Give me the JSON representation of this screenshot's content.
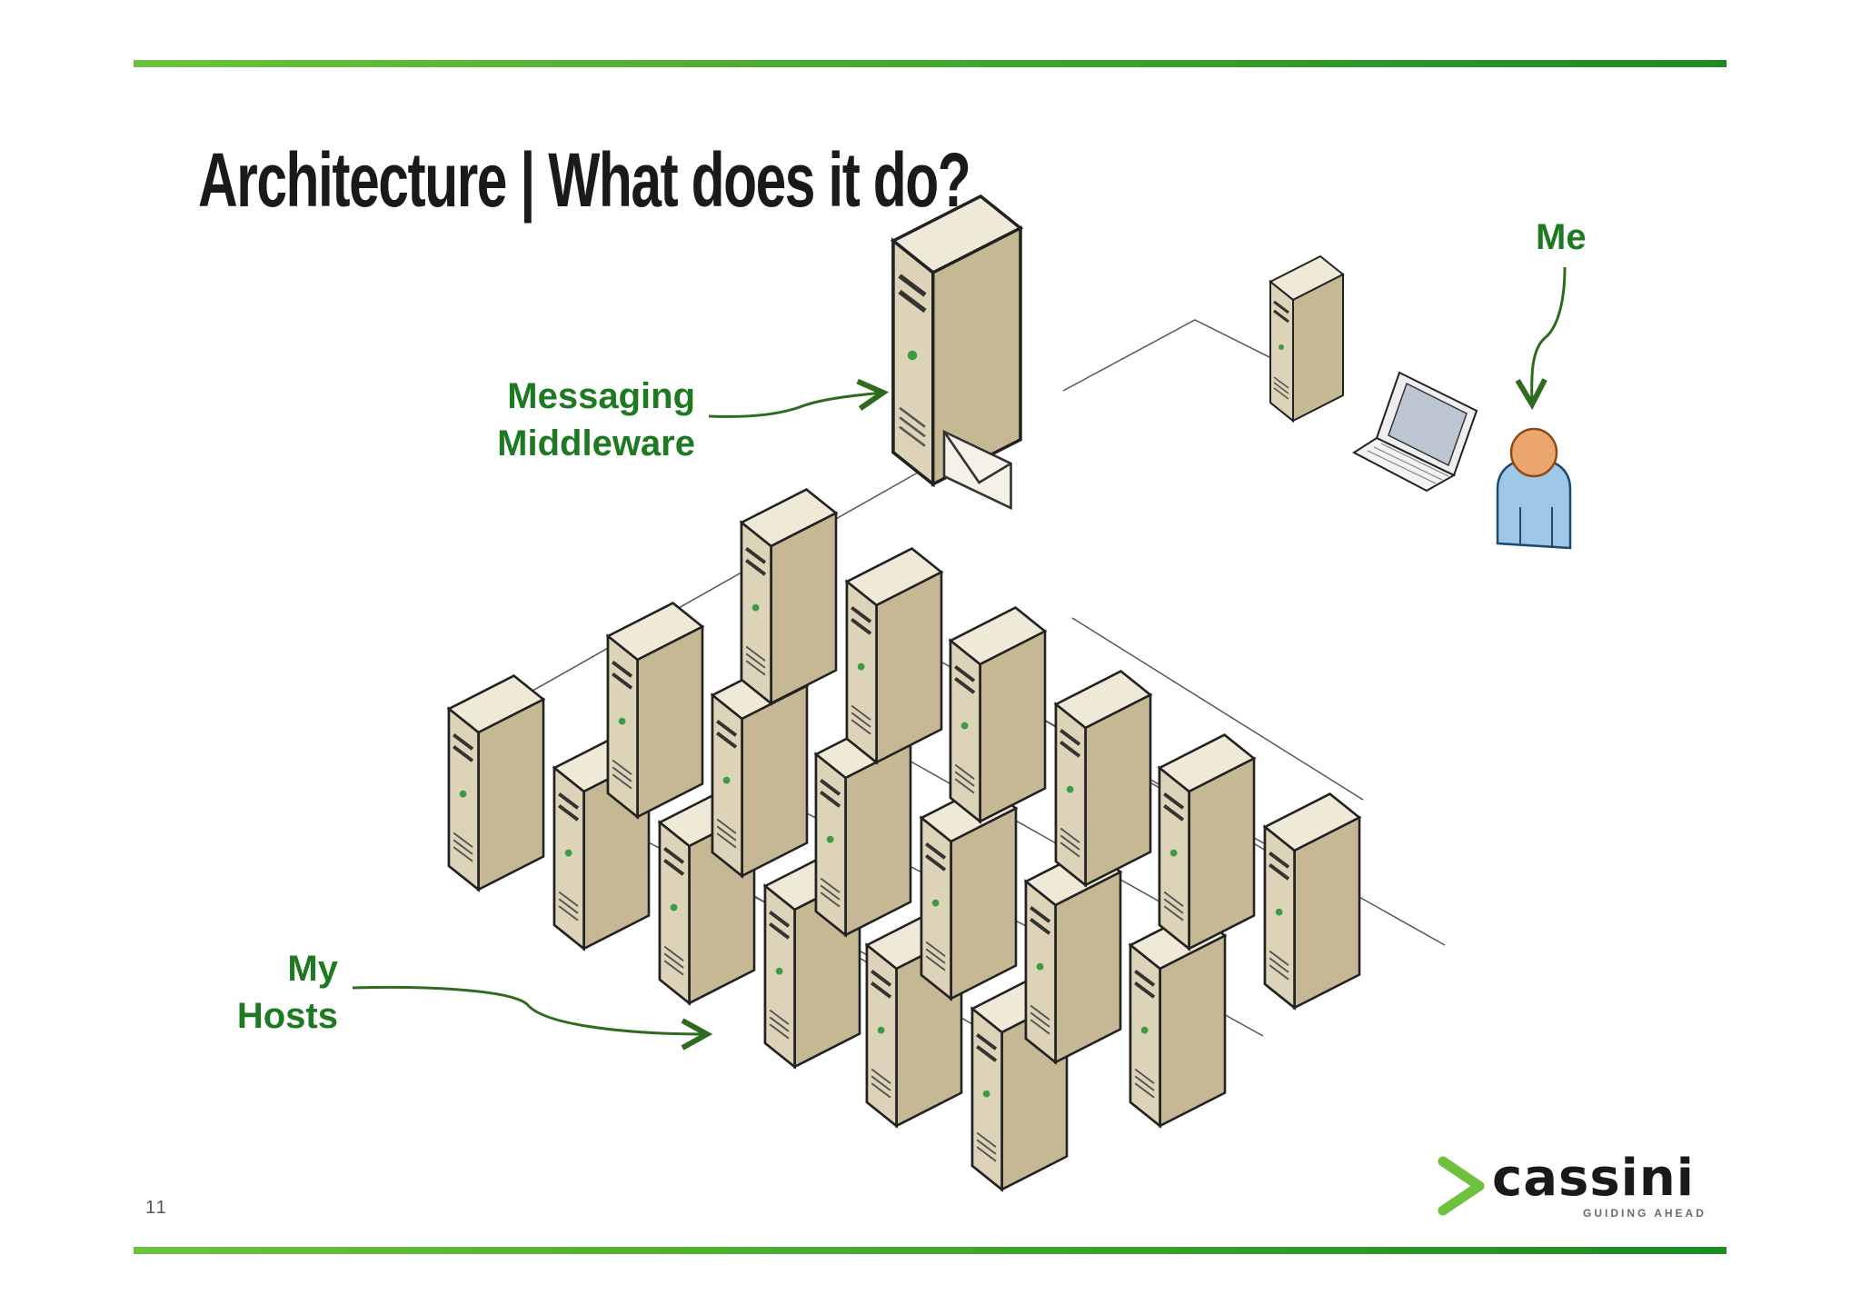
{
  "slide": {
    "title": "Architecture  |  What does it do?",
    "page_number": "11"
  },
  "labels": {
    "messaging_line1": "Messaging",
    "messaging_line2": "Middleware",
    "hosts_line1": "My",
    "hosts_line2": "Hosts",
    "me": "Me"
  },
  "logo": {
    "wordmark": "cassini",
    "tagline": "GUIDING AHEAD"
  },
  "colors": {
    "accent": "#1e7a22",
    "rule_start": "#6cc23c",
    "rule_end": "#1e8a24",
    "server_front": "#ddd3b8",
    "server_side": "#c6b894",
    "server_top": "#efe9d8"
  },
  "icons": [
    "server-icon",
    "mail-server-icon",
    "laptop-icon",
    "person-icon",
    "arrow-icon"
  ]
}
